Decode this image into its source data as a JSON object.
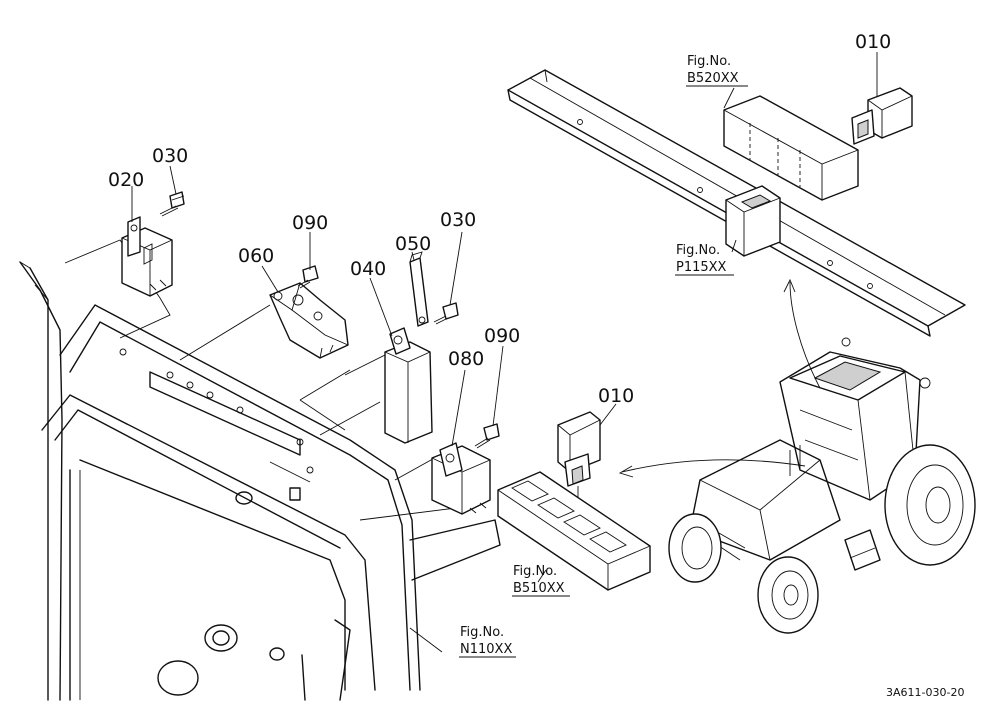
{
  "parts": {
    "p010_top": "010",
    "p010_mid": "010",
    "p020": "020",
    "p030_left": "030",
    "p030_right": "030",
    "p040": "040",
    "p050": "050",
    "p060": "060",
    "p080": "080",
    "p090_left": "090",
    "p090_right": "090"
  },
  "figrefs": {
    "b520": {
      "label": "Fig.No.",
      "code": "B520XX"
    },
    "p115": {
      "label": "Fig.No.",
      "code": "P115XX"
    },
    "b510": {
      "label": "Fig.No.",
      "code": "B510XX"
    },
    "n110": {
      "label": "Fig.No.",
      "code": "N110XX"
    }
  },
  "footer": {
    "drawing_id": "3A611-030-20"
  }
}
